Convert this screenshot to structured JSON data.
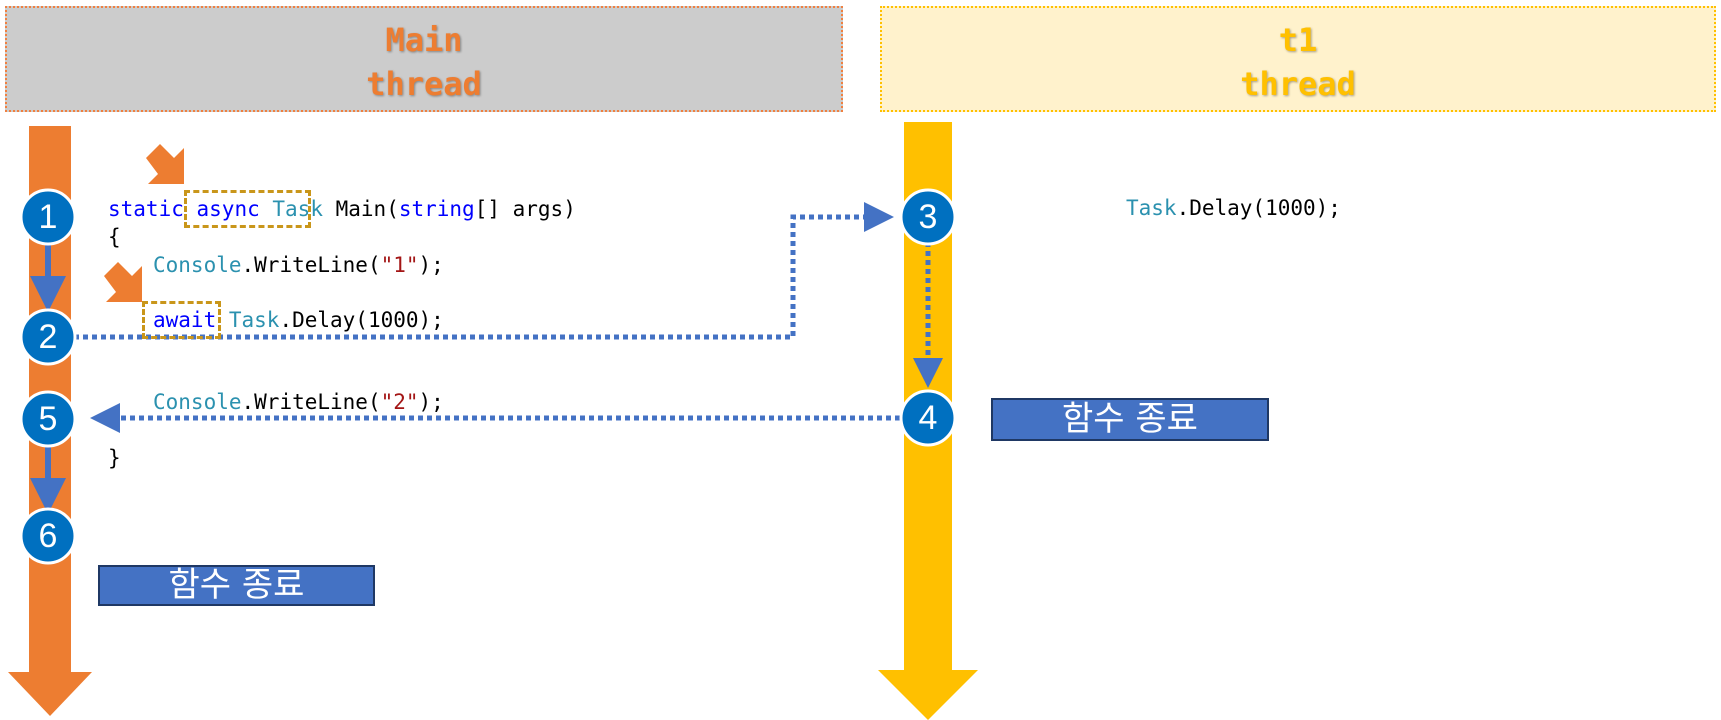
{
  "headers": {
    "main": {
      "line1": "Main",
      "line2": "thread"
    },
    "t1": {
      "line1": "t1",
      "line2": "thread"
    }
  },
  "steps": [
    "1",
    "2",
    "3",
    "4",
    "5",
    "6"
  ],
  "code": {
    "line1": {
      "static": "static",
      "async": "async",
      "task": "Task",
      "rest": "Main(",
      "string": "string",
      "args": "[] args)"
    },
    "open_brace": "{",
    "writeline1": {
      "console": "Console",
      "method": ".WriteLine(",
      "arg": "\"1\"",
      "end": ");"
    },
    "await_line": {
      "await": "await",
      "task": "Task",
      "rest": ".Delay(1000);"
    },
    "writeline2": {
      "console": "Console",
      "method": ".WriteLine(",
      "arg": "\"2\"",
      "end": ");"
    },
    "close_brace": "}",
    "t1_line": {
      "task": "Task",
      "rest": ".Delay(1000);"
    }
  },
  "labels": {
    "main_end": "함수 종료",
    "t1_end": "함수 종료"
  },
  "colors": {
    "main_thread": "#ed7d31",
    "t1_thread": "#ffc000",
    "step_circle": "#0070c0",
    "flow_arrow": "#4472c4",
    "highlight_box": "#c9961a",
    "end_box": "#4472c4"
  }
}
